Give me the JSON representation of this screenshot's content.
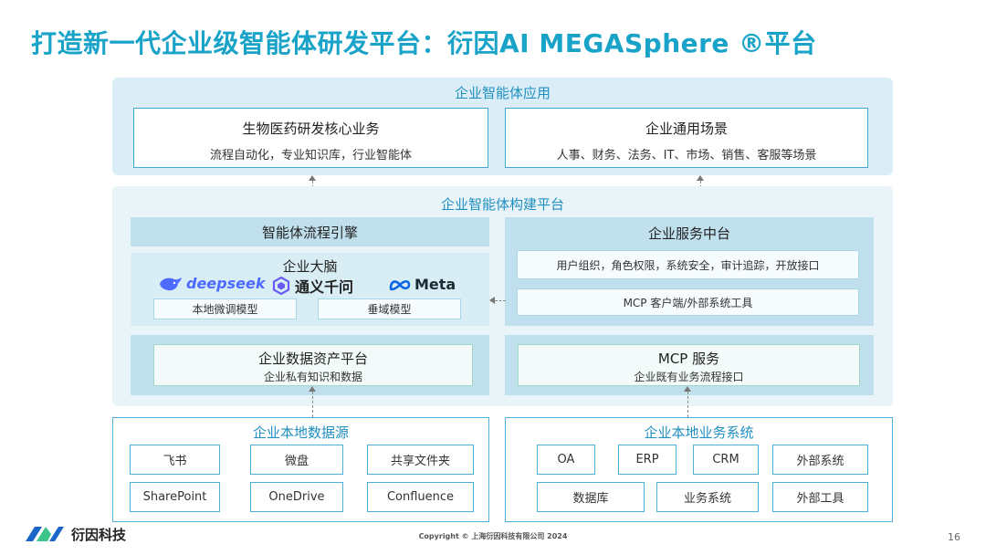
{
  "title": "打造新一代企业级智能体研发平台：衍因AI MEGASphere ®平台",
  "app_layer": {
    "title": "企业智能体应用",
    "left": {
      "title": "生物医药研发核心业务",
      "sub": "流程自动化，专业知识库，行业智能体"
    },
    "right": {
      "title": "企业通用场景",
      "sub": "人事、财务、法务、IT、市场、销售、客服等场景"
    }
  },
  "platform_layer": {
    "title": "企业智能体构建平台",
    "engine": "智能体流程引擎",
    "brain": {
      "title": "企业大脑",
      "logos": [
        "deepseek",
        "通义千问",
        "Meta"
      ],
      "models": [
        "本地微调模型",
        "垂域模型"
      ]
    },
    "data_asset": {
      "title": "企业数据资产平台",
      "sub": "企业私有知识和数据"
    },
    "service_center": {
      "title": "企业服务中台",
      "items": [
        "用户组织，角色权限，系统安全，审计追踪，开放接口",
        "MCP 客户端/外部系统工具"
      ]
    },
    "mcp": {
      "title": "MCP 服务",
      "sub": "企业既有业务流程接口"
    }
  },
  "data_sources": {
    "title": "企业本地数据源",
    "items": [
      "飞书",
      "微盘",
      "共享文件夹",
      "SharePoint",
      "OneDrive",
      "Confluence"
    ]
  },
  "biz_systems": {
    "title": "企业本地业务系统",
    "row1": [
      "OA",
      "ERP",
      "CRM",
      "外部系统"
    ],
    "row2": [
      "数据库",
      "业务系统",
      "外部工具"
    ]
  },
  "footer": {
    "brand": "衍因科技",
    "copyright": "Copyright © 上海衍因科技有限公司 2024",
    "page": "16"
  },
  "colors": {
    "title": "#1aa3c8",
    "accent": "#3fa9d8",
    "brand_blue": "#1b64c8",
    "brand_green": "#3cc48a"
  }
}
